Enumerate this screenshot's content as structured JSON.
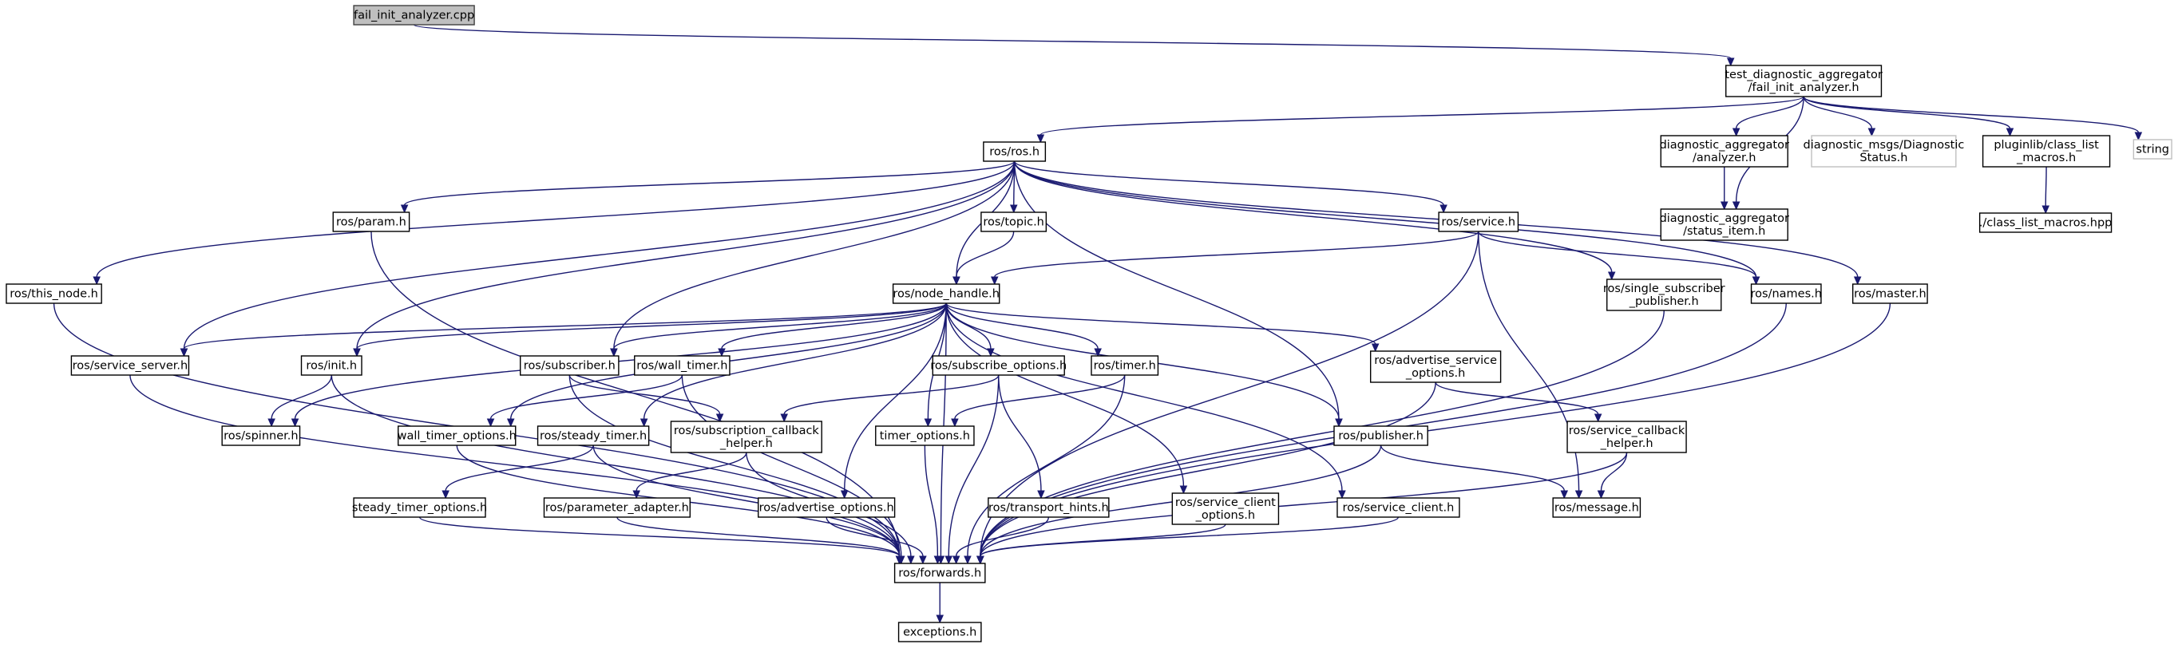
{
  "graph": {
    "nodes": [
      {
        "id": "root",
        "lines": [
          "fail_init_analyzer.cpp"
        ],
        "style": "root"
      },
      {
        "id": "fa",
        "lines": [
          "test_diagnostic_aggregator",
          "/fail_init_analyzer.h"
        ],
        "style": "normal"
      },
      {
        "id": "ros",
        "lines": [
          "ros/ros.h"
        ],
        "style": "normal"
      },
      {
        "id": "da_an",
        "lines": [
          "diagnostic_aggregator",
          "/analyzer.h"
        ],
        "style": "normal"
      },
      {
        "id": "dmsg",
        "lines": [
          "diagnostic_msgs/Diagnostic",
          "Status.h"
        ],
        "style": "ext"
      },
      {
        "id": "plug",
        "lines": [
          "pluginlib/class_list",
          "_macros.h"
        ],
        "style": "normal"
      },
      {
        "id": "string",
        "lines": [
          "string"
        ],
        "style": "ext"
      },
      {
        "id": "da_si",
        "lines": [
          "diagnostic_aggregator",
          "/status_item.h"
        ],
        "style": "normal"
      },
      {
        "id": "clm",
        "lines": [
          "./class_list_macros.hpp"
        ],
        "style": "normal"
      },
      {
        "id": "param",
        "lines": [
          "ros/param.h"
        ],
        "style": "normal"
      },
      {
        "id": "topic",
        "lines": [
          "ros/topic.h"
        ],
        "style": "normal"
      },
      {
        "id": "service",
        "lines": [
          "ros/service.h"
        ],
        "style": "normal"
      },
      {
        "id": "thisnode",
        "lines": [
          "ros/this_node.h"
        ],
        "style": "normal"
      },
      {
        "id": "nh",
        "lines": [
          "ros/node_handle.h"
        ],
        "style": "normal"
      },
      {
        "id": "ssp",
        "lines": [
          "ros/single_subscriber",
          "_publisher.h"
        ],
        "style": "normal"
      },
      {
        "id": "names",
        "lines": [
          "ros/names.h"
        ],
        "style": "normal"
      },
      {
        "id": "master",
        "lines": [
          "ros/master.h"
        ],
        "style": "normal"
      },
      {
        "id": "ssrv",
        "lines": [
          "ros/service_server.h"
        ],
        "style": "normal"
      },
      {
        "id": "init",
        "lines": [
          "ros/init.h"
        ],
        "style": "normal"
      },
      {
        "id": "sub",
        "lines": [
          "ros/subscriber.h"
        ],
        "style": "normal"
      },
      {
        "id": "wt",
        "lines": [
          "ros/wall_timer.h"
        ],
        "style": "normal"
      },
      {
        "id": "subopt",
        "lines": [
          "ros/subscribe_options.h"
        ],
        "style": "normal"
      },
      {
        "id": "timer",
        "lines": [
          "ros/timer.h"
        ],
        "style": "normal"
      },
      {
        "id": "aso",
        "lines": [
          "ros/advertise_service",
          "_options.h"
        ],
        "style": "normal"
      },
      {
        "id": "spinner",
        "lines": [
          "ros/spinner.h"
        ],
        "style": "normal"
      },
      {
        "id": "wto",
        "lines": [
          "wall_timer_options.h"
        ],
        "style": "normal"
      },
      {
        "id": "steady",
        "lines": [
          "ros/steady_timer.h"
        ],
        "style": "normal"
      },
      {
        "id": "scb",
        "lines": [
          "ros/subscription_callback",
          "_helper.h"
        ],
        "style": "normal"
      },
      {
        "id": "to",
        "lines": [
          "timer_options.h"
        ],
        "style": "normal"
      },
      {
        "id": "pub",
        "lines": [
          "ros/publisher.h"
        ],
        "style": "normal"
      },
      {
        "id": "svcb",
        "lines": [
          "ros/service_callback",
          "_helper.h"
        ],
        "style": "normal"
      },
      {
        "id": "sto",
        "lines": [
          "steady_timer_options.h"
        ],
        "style": "normal"
      },
      {
        "id": "pa",
        "lines": [
          "ros/parameter_adapter.h"
        ],
        "style": "normal"
      },
      {
        "id": "ao",
        "lines": [
          "ros/advertise_options.h"
        ],
        "style": "normal"
      },
      {
        "id": "th",
        "lines": [
          "ros/transport_hints.h"
        ],
        "style": "normal"
      },
      {
        "id": "sco",
        "lines": [
          "ros/service_client",
          "_options.h"
        ],
        "style": "normal"
      },
      {
        "id": "sc",
        "lines": [
          "ros/service_client.h"
        ],
        "style": "normal"
      },
      {
        "id": "msg",
        "lines": [
          "ros/message.h"
        ],
        "style": "normal"
      },
      {
        "id": "fwd",
        "lines": [
          "ros/forwards.h"
        ],
        "style": "normal"
      },
      {
        "id": "exc",
        "lines": [
          "exceptions.h"
        ],
        "style": "normal"
      }
    ],
    "edges": [
      [
        "root",
        "fa"
      ],
      [
        "fa",
        "ros"
      ],
      [
        "fa",
        "da_an"
      ],
      [
        "fa",
        "dmsg"
      ],
      [
        "fa",
        "plug"
      ],
      [
        "fa",
        "string"
      ],
      [
        "fa",
        "da_si"
      ],
      [
        "da_an",
        "da_si"
      ],
      [
        "plug",
        "clm"
      ],
      [
        "ros",
        "param"
      ],
      [
        "ros",
        "topic"
      ],
      [
        "ros",
        "service"
      ],
      [
        "ros",
        "thisnode"
      ],
      [
        "ros",
        "nh"
      ],
      [
        "ros",
        "ssp"
      ],
      [
        "ros",
        "names"
      ],
      [
        "ros",
        "master"
      ],
      [
        "ros",
        "ssrv"
      ],
      [
        "ros",
        "init"
      ],
      [
        "ros",
        "sub"
      ],
      [
        "ros",
        "pub"
      ],
      [
        "topic",
        "nh"
      ],
      [
        "service",
        "nh"
      ],
      [
        "service",
        "names"
      ],
      [
        "service",
        "msg"
      ],
      [
        "service",
        "fwd"
      ],
      [
        "param",
        "fwd"
      ],
      [
        "thisnode",
        "fwd"
      ],
      [
        "ssp",
        "fwd"
      ],
      [
        "names",
        "fwd"
      ],
      [
        "master",
        "fwd"
      ],
      [
        "nh",
        "ssrv"
      ],
      [
        "nh",
        "init"
      ],
      [
        "nh",
        "sub"
      ],
      [
        "nh",
        "wt"
      ],
      [
        "nh",
        "subopt"
      ],
      [
        "nh",
        "timer"
      ],
      [
        "nh",
        "aso"
      ],
      [
        "nh",
        "spinner"
      ],
      [
        "nh",
        "wto"
      ],
      [
        "nh",
        "steady"
      ],
      [
        "nh",
        "to"
      ],
      [
        "nh",
        "pub"
      ],
      [
        "nh",
        "ao"
      ],
      [
        "nh",
        "sco"
      ],
      [
        "nh",
        "sc"
      ],
      [
        "nh",
        "fwd"
      ],
      [
        "ssrv",
        "fwd"
      ],
      [
        "init",
        "spinner"
      ],
      [
        "init",
        "fwd"
      ],
      [
        "sub",
        "scb"
      ],
      [
        "sub",
        "fwd"
      ],
      [
        "wt",
        "wto"
      ],
      [
        "wt",
        "fwd"
      ],
      [
        "subopt",
        "scb"
      ],
      [
        "subopt",
        "th"
      ],
      [
        "subopt",
        "fwd"
      ],
      [
        "timer",
        "to"
      ],
      [
        "timer",
        "fwd"
      ],
      [
        "aso",
        "svcb"
      ],
      [
        "aso",
        "fwd"
      ],
      [
        "wto",
        "fwd"
      ],
      [
        "steady",
        "sto"
      ],
      [
        "steady",
        "fwd"
      ],
      [
        "scb",
        "pa"
      ],
      [
        "scb",
        "fwd"
      ],
      [
        "to",
        "fwd"
      ],
      [
        "pub",
        "msg"
      ],
      [
        "pub",
        "fwd"
      ],
      [
        "svcb",
        "msg"
      ],
      [
        "svcb",
        "fwd"
      ],
      [
        "sto",
        "fwd"
      ],
      [
        "pa",
        "fwd"
      ],
      [
        "ao",
        "fwd"
      ],
      [
        "th",
        "fwd"
      ],
      [
        "sco",
        "fwd"
      ],
      [
        "sc",
        "fwd"
      ],
      [
        "fwd",
        "exc"
      ]
    ]
  }
}
